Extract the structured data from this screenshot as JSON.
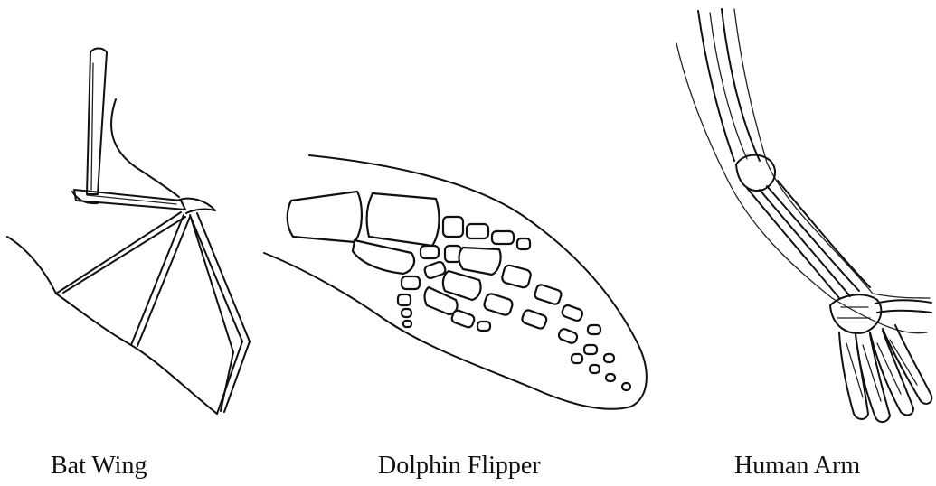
{
  "labels": {
    "bat": "Bat Wing",
    "dolphin": "Dolphin Flipper",
    "human": "Human Arm"
  },
  "colors": {
    "ink": "#111111",
    "background": "#ffffff"
  }
}
